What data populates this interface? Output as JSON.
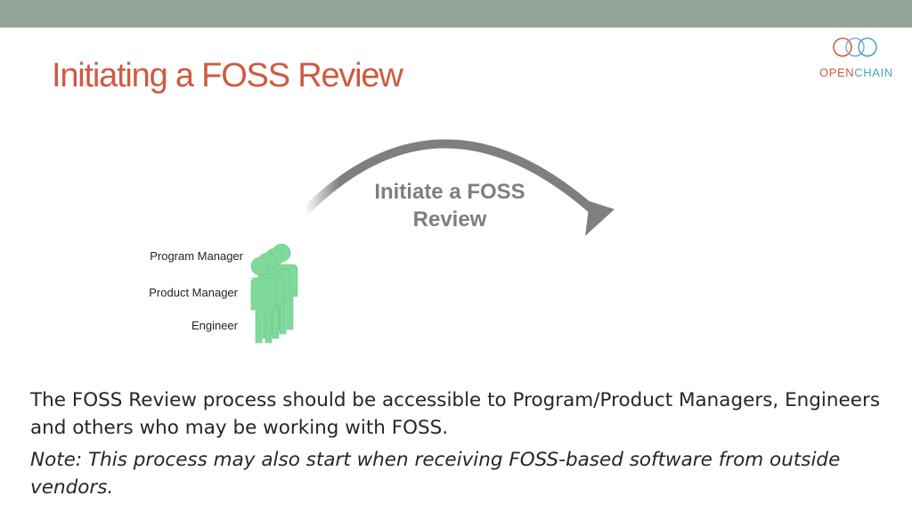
{
  "slide": {
    "title": "Initiating a FOSS Review",
    "logo": {
      "open": "OPEN",
      "chain": "CHAIN"
    },
    "diagram": {
      "label_line1": "Initiate a FOSS",
      "label_line2": "Review",
      "roles": [
        "Program Manager",
        "Product Manager",
        "Engineer"
      ]
    },
    "body": "The FOSS Review process should be accessible to Program/Product Managers, Engineers and others who may be working with FOSS.",
    "note": "Note: This process may also start when receiving FOSS-based software from outside vendors."
  },
  "colors": {
    "top_bar": "#93a699",
    "title": "#cf5a41",
    "arrow": "#7f7f7f",
    "people": "#7ed99a"
  }
}
